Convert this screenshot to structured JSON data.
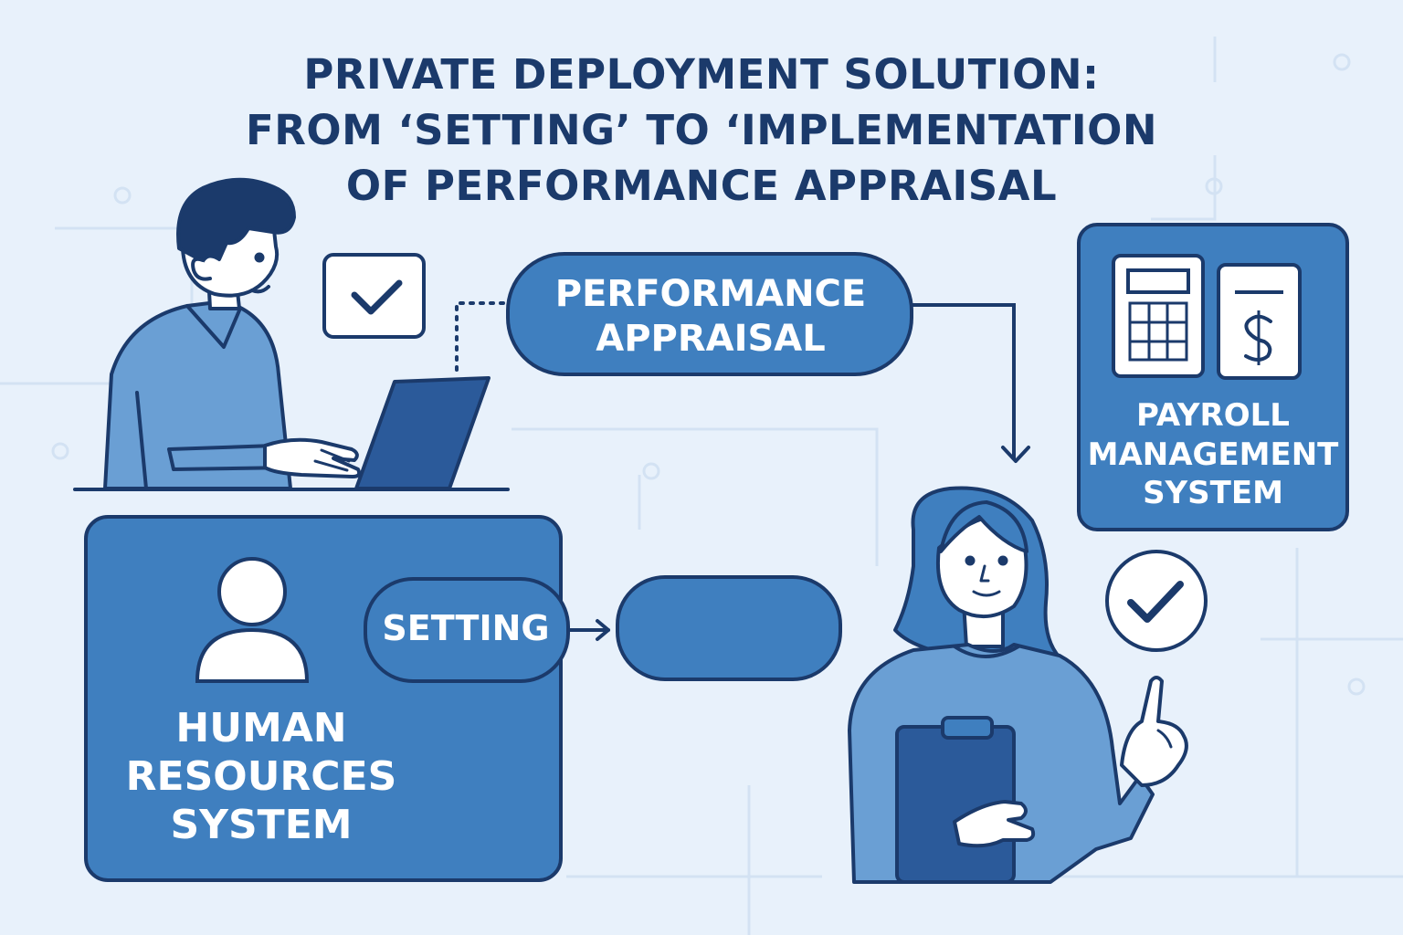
{
  "title": {
    "line1": "PRIVATE DEPLOYMENT SOLUTION:",
    "line2": "FROM ‘SETTING’ TO ‘IMPLEMENTATION",
    "line3": "OF PERFORMANCE APPRAISAL"
  },
  "nodes": {
    "performance_appraisal": {
      "line1": "PERFORMANCE",
      "line2": "APPRAISAL"
    },
    "setting": {
      "label": "SETTING"
    },
    "human_resources": {
      "line1": "HUMAN",
      "line2": "RESOURCES",
      "line3": "SYSTEM"
    },
    "payroll": {
      "line1": "PAYROLL",
      "line2": "MANAGEMENT",
      "line3": "SYSTEM"
    }
  },
  "icons": {
    "payroll_icons": [
      "calculator-icon",
      "dollar-document-icon"
    ],
    "check_icons": [
      "checkbox-check-icon",
      "circle-check-icon"
    ],
    "hr_icon": "user-icon"
  },
  "colors": {
    "background": "#e8f1fb",
    "accent": "#3f7fbf",
    "outline": "#1b3a6b",
    "light_blue": "#6a9fd4",
    "white": "#ffffff"
  }
}
